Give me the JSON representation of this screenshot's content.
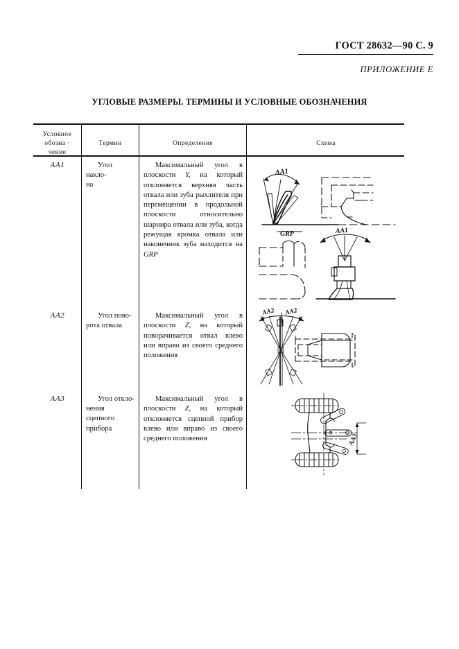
{
  "header": {
    "gost_number": "ГОСТ 28632—90 С. 9",
    "annex": "ПРИЛОЖЕНИЕ Е"
  },
  "title": "УГЛОВЫЕ РАЗМЕРЫ. ТЕРМИНЫ И УСЛОВНЫЕ ОБОЗНАЧЕНИЯ",
  "table": {
    "columns": [
      {
        "id": "code",
        "label": "Условное обозна - чение"
      },
      {
        "id": "term",
        "label": "Термин"
      },
      {
        "id": "definition",
        "label": "Определение"
      },
      {
        "id": "scheme",
        "label": "Схема"
      }
    ],
    "column_header_lines": {
      "code": [
        "Условное",
        "обозна ·",
        "чение"
      ],
      "term": [
        "Термин"
      ],
      "definition": [
        "Определение"
      ],
      "scheme": [
        "Схема"
      ]
    },
    "rows": [
      {
        "code": "АА1",
        "term": "Угол накло-на",
        "definition": "Максимальный угол в плоскости Y, на который отклоняется верхняя часть отвала или зуба рыхлителя при перемещении в продольной плоскости относительно шарнира отвала или зуба, когда режущая кромка отвала или наконечник зуба находится на GRP",
        "definition_italic_tokens": [
          "Y",
          "GRP"
        ],
        "scheme_labels": [
          "AA1",
          "AA1",
          "GRP"
        ]
      },
      {
        "code": "АА2",
        "term": "Угол пово-рота отвала",
        "definition": "Максимальный угол в плоскости Z, на который поворачивается отвал влево или вправо из своего среднего положения",
        "definition_italic_tokens": [
          "Z"
        ],
        "scheme_labels": [
          "AA2",
          "AA2"
        ]
      },
      {
        "code": "АА3",
        "term": "Угол откло-нения сцепного прибора",
        "definition": "Максимальный угол в плоскости Z, на который отклоняется сцепной прибор влево или вправо из своего среднего положения",
        "definition_italic_tokens": [
          "Z"
        ],
        "scheme_labels": [
          "AA3"
        ]
      }
    ]
  },
  "colors": {
    "ink": "#111111",
    "paper": "#ffffff",
    "rule": "#111111"
  }
}
